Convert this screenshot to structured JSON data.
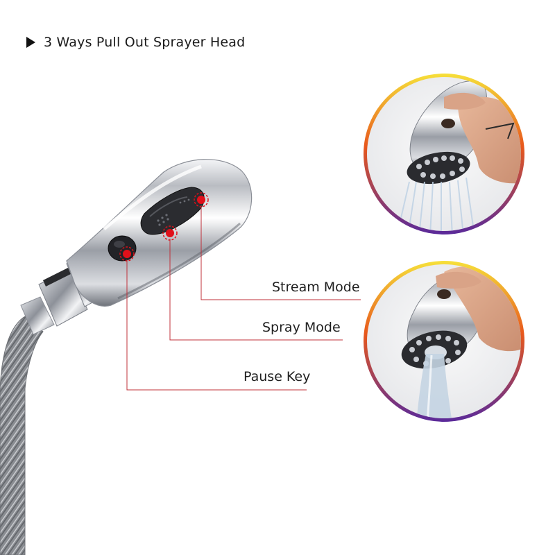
{
  "heading": {
    "text": "3 Ways Pull Out Sprayer Head",
    "bullet_icon": "play-triangle-icon"
  },
  "callouts": [
    {
      "id": "stream",
      "label": "Stream Mode"
    },
    {
      "id": "spray",
      "label": "Spray Mode"
    },
    {
      "id": "pause",
      "label": "Pause Key"
    }
  ],
  "colors": {
    "leader_line": "#c0303a",
    "marker": "#e0101a",
    "ring_top": "#f6e03a",
    "ring_mid": "#e8581c",
    "ring_bottom": "#5a2a9a"
  }
}
